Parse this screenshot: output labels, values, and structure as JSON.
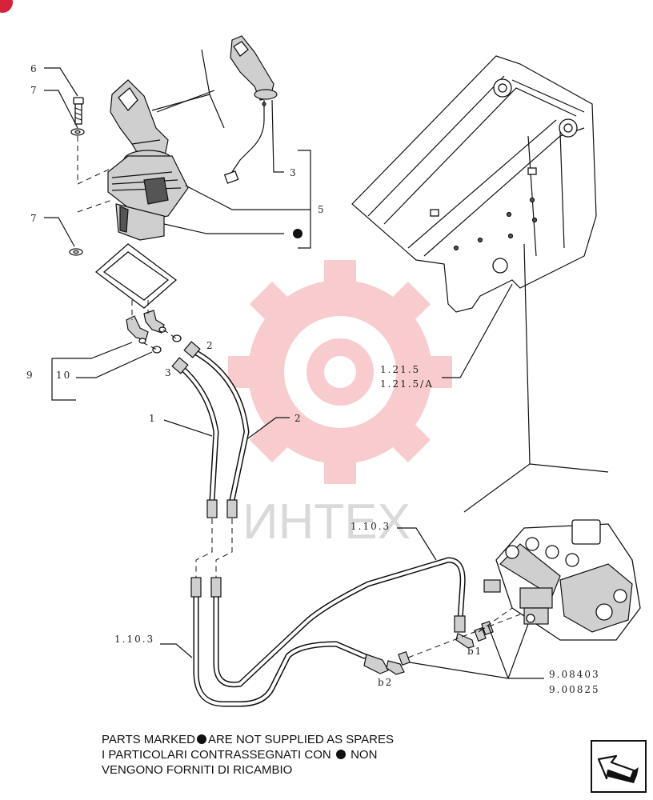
{
  "callouts": {
    "c6": "6",
    "c7a": "7",
    "c7b": "7",
    "c5": "5",
    "c3a": "3",
    "c9": "9",
    "c10": "10",
    "c2a": "2",
    "c3b": "3",
    "c1": "1",
    "c2b": "2",
    "ref_1215": "1.21.5",
    "ref_1215a": "1.21.5/A",
    "ref_1103a": "1.10.3",
    "ref_1103b": "1.10.3",
    "b1": "b1",
    "b2": "b2",
    "ref_908403": "9.08403",
    "ref_900825": "9.00825"
  },
  "watermark": {
    "text": "ИНТЕХ",
    "color": "#f2a0a4"
  },
  "notes": {
    "line1_pre": "PARTS MARKED",
    "line1_post": "ARE NOT SUPPLIED AS SPARES",
    "line2_pre": "I PARTICOLARI  CONTRASSEGNATI  CON",
    "line2_post": "NON",
    "line3": "VENGONO FORNITI DI RICAMBIO"
  },
  "icons": {
    "not_supplied_marker": "filled-circle-icon",
    "navigation": "next-page-arrow-icon",
    "badge": "corner-badge-icon"
  },
  "colors": {
    "badge": "#d8213a",
    "watermark": "#f2a0a4",
    "line": "#111111"
  }
}
